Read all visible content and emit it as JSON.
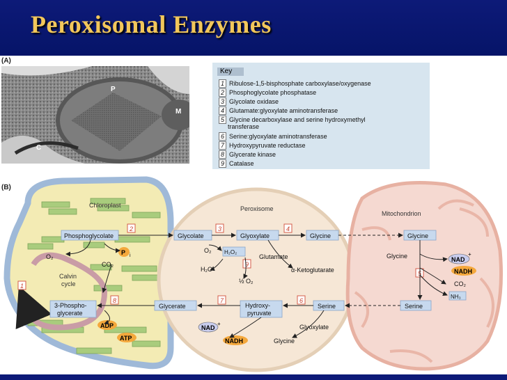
{
  "title": "Peroxisomal Enzymes",
  "panel_a_label": "(A)",
  "panel_b_label": "(B)",
  "micrograph_labels": {
    "p": "P",
    "m": "M",
    "c": "C"
  },
  "key": {
    "title": "Key",
    "items": [
      {
        "num": "1",
        "text": "Ribulose-1,5-bisphosphate carboxylase/oxygenase"
      },
      {
        "num": "2",
        "text": "Phosphoglycolate phosphatase"
      },
      {
        "num": "3",
        "text": "Glycolate oxidase"
      },
      {
        "num": "4",
        "text": "Glutamate:glyoxylate aminotransferase"
      },
      {
        "num": "5",
        "text": "Glycine decarboxylase and serine hydroxymethyl",
        "text2": "transferase"
      },
      {
        "num": "6",
        "text": "Serine:glyoxylate aminotransferase"
      },
      {
        "num": "7",
        "text": "Hydroxypyruvate reductase"
      },
      {
        "num": "8",
        "text": "Glycerate kinase"
      },
      {
        "num": "9",
        "text": "Catalase"
      }
    ]
  },
  "diagram": {
    "organelles": {
      "chloroplast": "Chloroplast",
      "peroxisome": "Peroxisome",
      "mitochondrion": "Mitochondrion"
    },
    "metabolites": {
      "phosphoglycolate": "Phosphoglycolate",
      "glycolate": "Glycolate",
      "glyoxylate": "Glyoxylate",
      "glycine_p": "Glycine",
      "glycine_m": "Glycine",
      "glycerate": "Glycerate",
      "hydroxypyruvate_1": "Hydroxy-",
      "hydroxypyruvate_2": "pyruvate",
      "serine_p": "Serine",
      "serine_m": "Serine",
      "phosphoglycerate_1": "3-Phospho-",
      "phosphoglycerate_2": "glycerate",
      "h2o2": "H₂O₂",
      "adp": "ADP",
      "atp": "ATP",
      "nad_p": "NAD",
      "nadh_p": "NADH",
      "nad_m": "NAD",
      "nadh_m": "NADH",
      "nh3": "NH₃",
      "pi": "P"
    },
    "free_labels": {
      "o2_chloro": "O₂",
      "co2_chloro": "CO₂",
      "calvin_1": "Calvin",
      "calvin_2": "cycle",
      "o2_perox": "O₂",
      "h2o": "H₂O",
      "half_o2": "½ O₂",
      "glutamate": "Glutamate",
      "ketoglutarate": "α-Ketoglutarate",
      "glyoxylate_free": "Glyoxylate",
      "glycine_free": "Glycine",
      "glycine_mito_in": "Glycine",
      "co2_mito": "CO₂",
      "pi_sub": "i",
      "nad_plus": "+"
    },
    "enzyme_numbers": [
      "1",
      "2",
      "3",
      "4",
      "5",
      "6",
      "7",
      "8",
      "9"
    ],
    "colors": {
      "chloroplast_fill": "#f3ebb4",
      "chloroplast_border": "#9fb9d8",
      "thylakoid": "#a9cc7d",
      "peroxisome_fill": "#f6e7d6",
      "mitochondrion_fill": "#f5d9d1",
      "metabolite_box": "#c7d9ee",
      "enzyme_box": "#f08a78",
      "energy_oval": "#f4a83c",
      "nad_oval": "#c9cdee"
    }
  }
}
